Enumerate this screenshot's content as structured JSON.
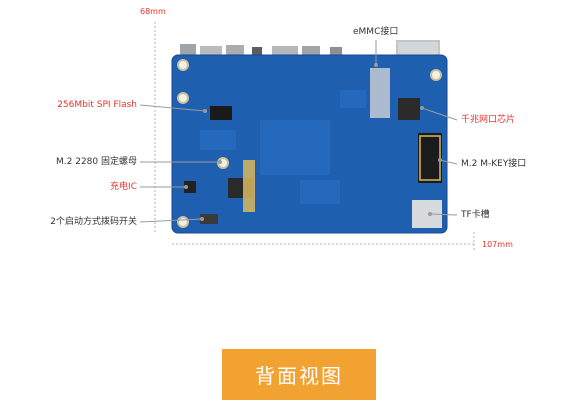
{
  "colors": {
    "accent_red": "#e8332b",
    "label_dark": "#333333",
    "board_blue": "#1f5fb0",
    "banner_orange": "#f2a230",
    "leader_line": "#9a9a9a"
  },
  "dimensions": {
    "height": "68mm",
    "width": "107mm"
  },
  "labels_left": [
    {
      "id": "spi-flash",
      "text": "256Mbit SPI Flash",
      "color": "#e8332b"
    },
    {
      "id": "m2-nut",
      "text": "M.2 2280 固定螺母",
      "color": "#333333"
    },
    {
      "id": "charge-ic",
      "text": "充电IC",
      "color": "#e8332b"
    },
    {
      "id": "boot-switch",
      "text": "2个启动方式拨码开关",
      "color": "#333333"
    }
  ],
  "labels_right": [
    {
      "id": "emmc",
      "text": "eMMC接口",
      "color": "#333333"
    },
    {
      "id": "gbe-chip",
      "text": "千兆网口芯片",
      "color": "#e8332b"
    },
    {
      "id": "m2-key",
      "text": "M.2 M-KEY接口",
      "color": "#333333"
    },
    {
      "id": "tf-slot",
      "text": "TF卡槽",
      "color": "#333333"
    }
  ],
  "banner": {
    "text": "背面视图"
  }
}
